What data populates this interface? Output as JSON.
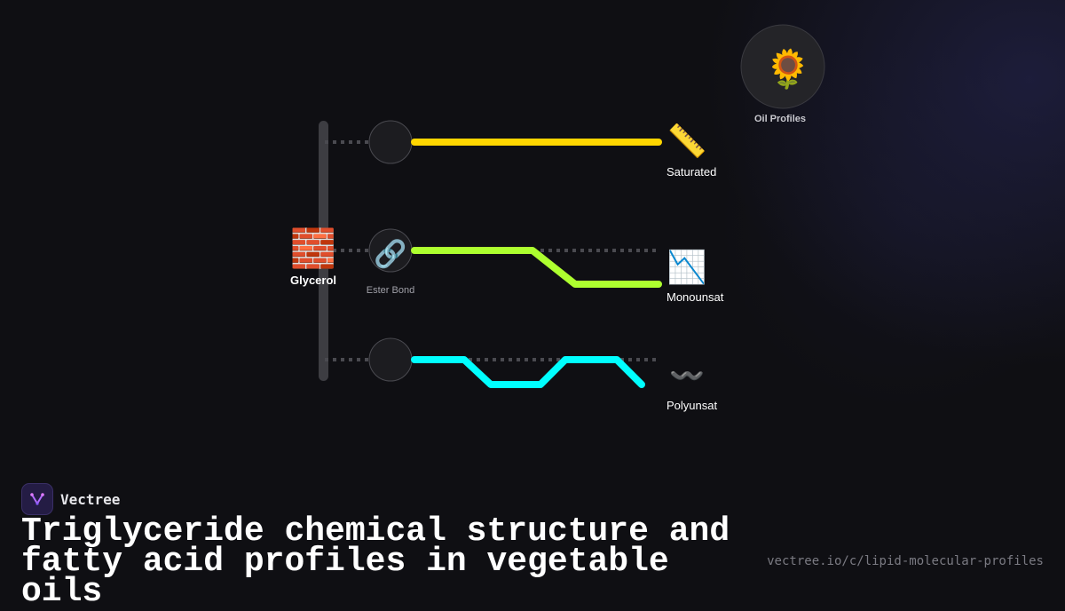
{
  "diagram": {
    "glycerol": {
      "label": "Glycerol",
      "icon": "brick-icon",
      "glyph": "🧱"
    },
    "ester_bond": {
      "label": "Ester Bond",
      "icon": "link-icon",
      "glyph": "🔗"
    },
    "oil_profiles": {
      "label": "Oil Profiles",
      "icon": "sunflower-icon",
      "glyph": "🌻"
    },
    "chains": [
      {
        "label": "Saturated",
        "icon": "ruler-icon",
        "glyph": "📏",
        "color": "#FFD600"
      },
      {
        "label": "Monounsat",
        "icon": "chart-decreasing-icon",
        "glyph": "📉",
        "color": "#ADFF2F"
      },
      {
        "label": "Polyunsat",
        "icon": "wavy-dash-icon",
        "glyph": "〰️",
        "color": "#00FFFF"
      }
    ]
  },
  "brand": {
    "name": "Vectree"
  },
  "footer": {
    "title": "Triglyceride chemical structure and fatty acid profiles in vegetable oils",
    "url": "vectree.io/c/lipid-molecular-profiles"
  }
}
